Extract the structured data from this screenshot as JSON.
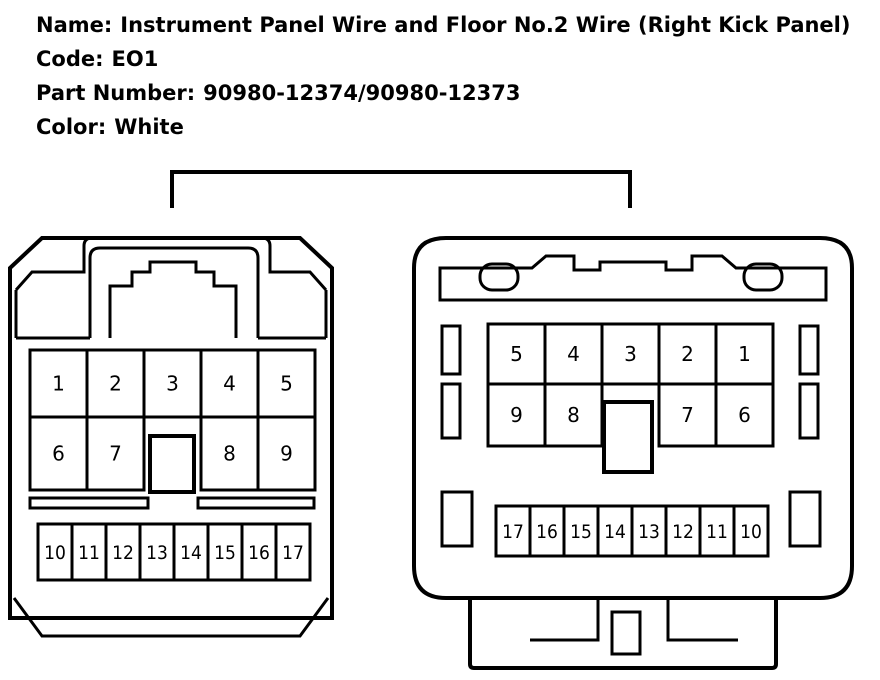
{
  "header": {
    "name_label": "Name:",
    "name_value": "Instrument Panel Wire and Floor No.2 Wire (Right Kick Panel)",
    "code_label": "Code:",
    "code_value": "EO1",
    "part_label": "Part Number:",
    "part_value": "90980-12374/90980-12373",
    "color_label": "Color:",
    "color_value": "White"
  },
  "left_connector": {
    "row1": [
      "1",
      "2",
      "3",
      "4",
      "5"
    ],
    "row2": [
      "6",
      "7",
      "",
      "8",
      "9"
    ],
    "row3": [
      "10",
      "11",
      "12",
      "13",
      "14",
      "15",
      "16",
      "17"
    ]
  },
  "right_connector": {
    "row1": [
      "5",
      "4",
      "3",
      "2",
      "1"
    ],
    "row2": [
      "9",
      "8",
      "",
      "7",
      "6"
    ],
    "row3": [
      "17",
      "16",
      "15",
      "14",
      "13",
      "12",
      "11",
      "10"
    ]
  }
}
